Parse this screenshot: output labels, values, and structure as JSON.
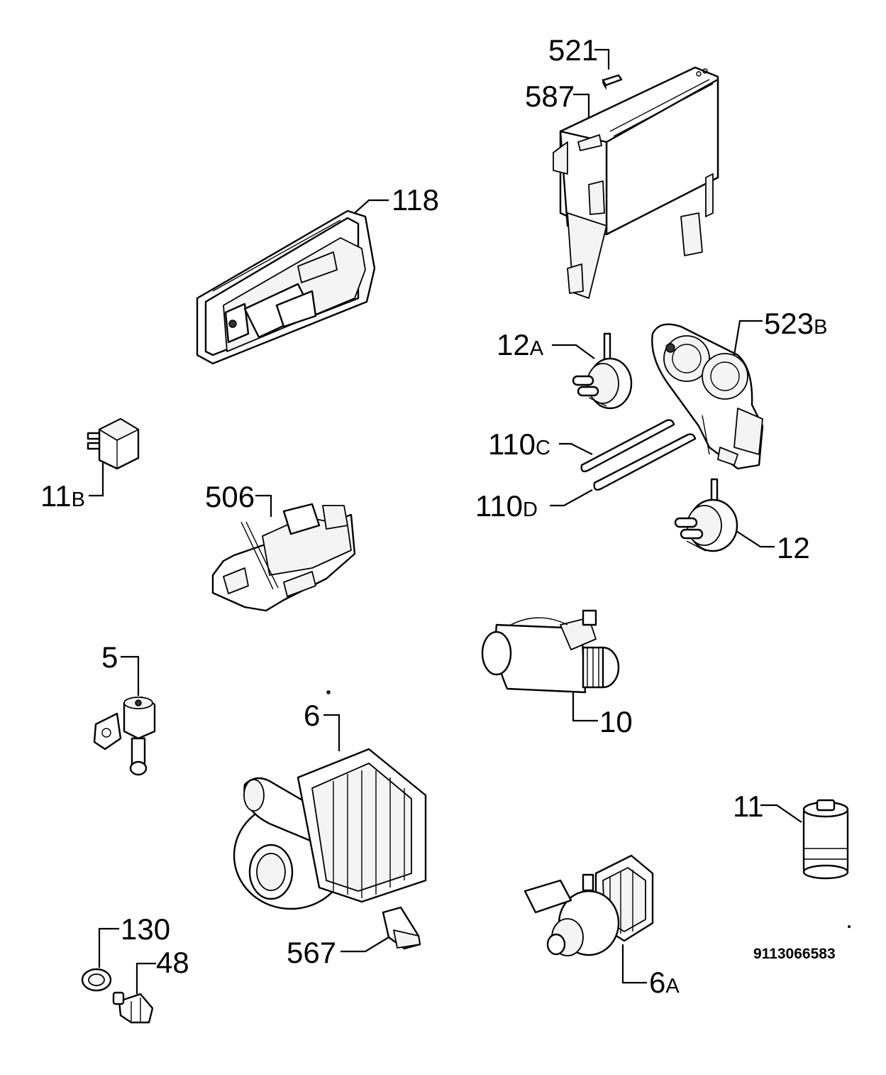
{
  "diagram_code": "9113066583",
  "callouts": {
    "p521": {
      "num": "521",
      "suffix": ""
    },
    "p587": {
      "num": "587",
      "suffix": ""
    },
    "p118": {
      "num": "118",
      "suffix": ""
    },
    "p523b": {
      "num": "523",
      "suffix": "B"
    },
    "p12a": {
      "num": "12",
      "suffix": "A"
    },
    "p110c": {
      "num": "110",
      "suffix": "C"
    },
    "p110d": {
      "num": "110",
      "suffix": "D"
    },
    "p12": {
      "num": "12",
      "suffix": ""
    },
    "p11b": {
      "num": "11",
      "suffix": "B"
    },
    "p506": {
      "num": "506",
      "suffix": ""
    },
    "p5": {
      "num": "5",
      "suffix": ""
    },
    "p10": {
      "num": "10",
      "suffix": ""
    },
    "p6": {
      "num": "6",
      "suffix": ""
    },
    "p11": {
      "num": "11",
      "suffix": ""
    },
    "p130": {
      "num": "130",
      "suffix": ""
    },
    "p48": {
      "num": "48",
      "suffix": ""
    },
    "p567": {
      "num": "567",
      "suffix": ""
    },
    "p6a": {
      "num": "6",
      "suffix": "A"
    }
  }
}
